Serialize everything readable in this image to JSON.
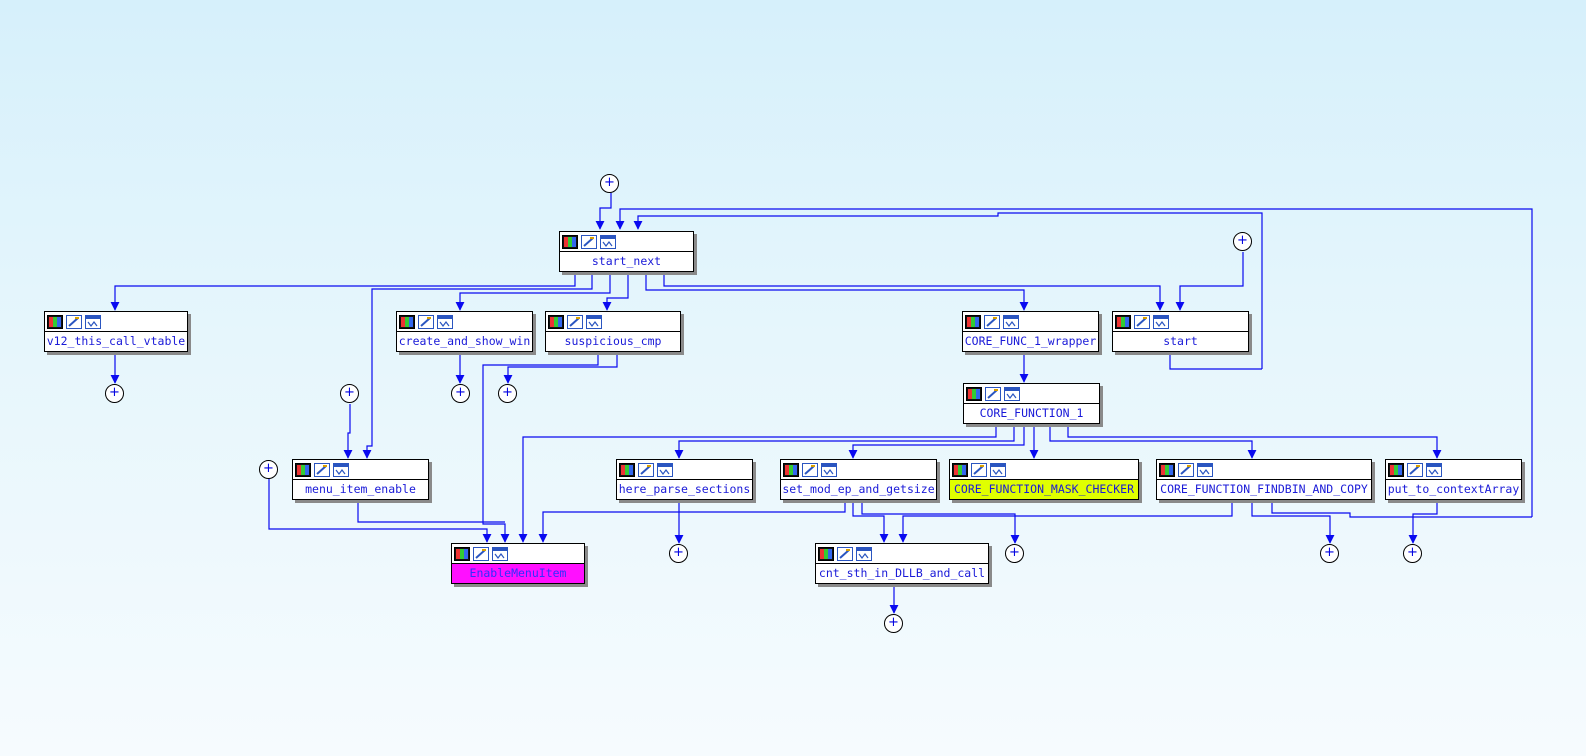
{
  "graph": {
    "nodes": [
      {
        "id": "start_next",
        "label": "start_next",
        "fill": "#ffffff",
        "text_color": "#1a1ad8"
      },
      {
        "id": "v12_this_call_vtable",
        "label": "v12_this_call_vtable",
        "fill": "#ffffff",
        "text_color": "#1a1ad8"
      },
      {
        "id": "create_and_show_win",
        "label": "create_and_show_win",
        "fill": "#ffffff",
        "text_color": "#1a1ad8"
      },
      {
        "id": "suspicious_cmp",
        "label": "suspicious_cmp",
        "fill": "#ffffff",
        "text_color": "#1a1ad8"
      },
      {
        "id": "CORE_FUNC_1_wrapper",
        "label": "CORE_FUNC_1_wrapper",
        "fill": "#ffffff",
        "text_color": "#1a1ad8"
      },
      {
        "id": "start",
        "label": "start",
        "fill": "#ffffff",
        "text_color": "#1a1ad8"
      },
      {
        "id": "CORE_FUNCTION_1",
        "label": "CORE_FUNCTION_1",
        "fill": "#ffffff",
        "text_color": "#1a1ad8"
      },
      {
        "id": "menu_item_enable",
        "label": "menu_item_enable",
        "fill": "#ffffff",
        "text_color": "#1a1ad8"
      },
      {
        "id": "here_parse_sections",
        "label": "here_parse_sections",
        "fill": "#ffffff",
        "text_color": "#1a1ad8"
      },
      {
        "id": "set_mod_ep_and_getsize",
        "label": "set_mod_ep_and_getsize",
        "fill": "#ffffff",
        "text_color": "#1a1ad8"
      },
      {
        "id": "CORE_FUNCTION_MASK_CHECKER",
        "label": "CORE_FUNCTION_MASK_CHECKER",
        "fill": "#e0ff00",
        "text_color": "#1a1ad8"
      },
      {
        "id": "CORE_FUNCTION_FINDBIN_AND_COPY",
        "label": "CORE_FUNCTION_FINDBIN_AND_COPY",
        "fill": "#ffffff",
        "text_color": "#1a1ad8"
      },
      {
        "id": "put_to_contextArray",
        "label": "put_to_contextArray",
        "fill": "#ffffff",
        "text_color": "#1a1ad8"
      },
      {
        "id": "EnableMenuItem",
        "label": "EnableMenuItem",
        "fill": "#ff10ff",
        "text_color": "#3030ff"
      },
      {
        "id": "cnt_sth_in_DLLB_and_call",
        "label": "cnt_sth_in_DLLB_and_call",
        "fill": "#ffffff",
        "text_color": "#1a1ad8"
      }
    ],
    "expand_symbol": "+",
    "edge_color": "#0a0af0"
  }
}
